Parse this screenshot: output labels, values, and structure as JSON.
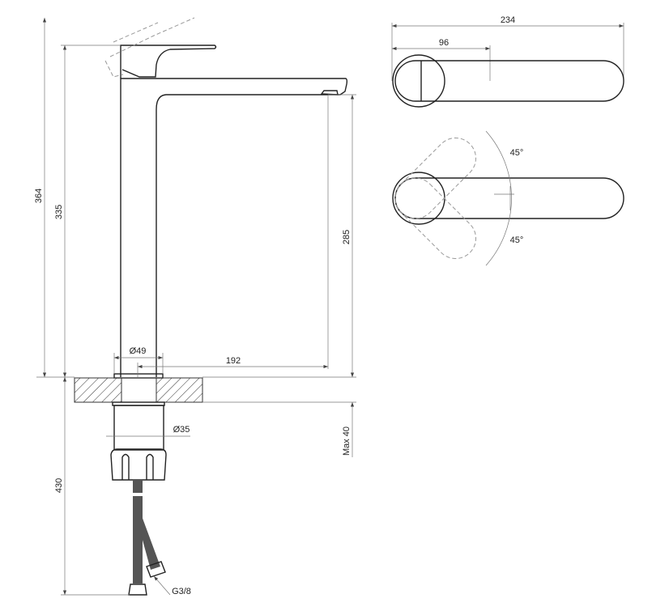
{
  "title": "Tall basin mixer technical drawing",
  "dimensions": {
    "total_height": "364",
    "body_height": "335",
    "spout_height": "285",
    "base_diameter": "Ø49",
    "spout_reach": "192",
    "shank_diameter": "Ø35",
    "max_counter_thickness": "Max 40",
    "hose_length": "430",
    "hose_connection": "G3/8",
    "top_total_length": "234",
    "top_handle_length": "96",
    "rotation_up": "45°",
    "rotation_down": "45°"
  }
}
